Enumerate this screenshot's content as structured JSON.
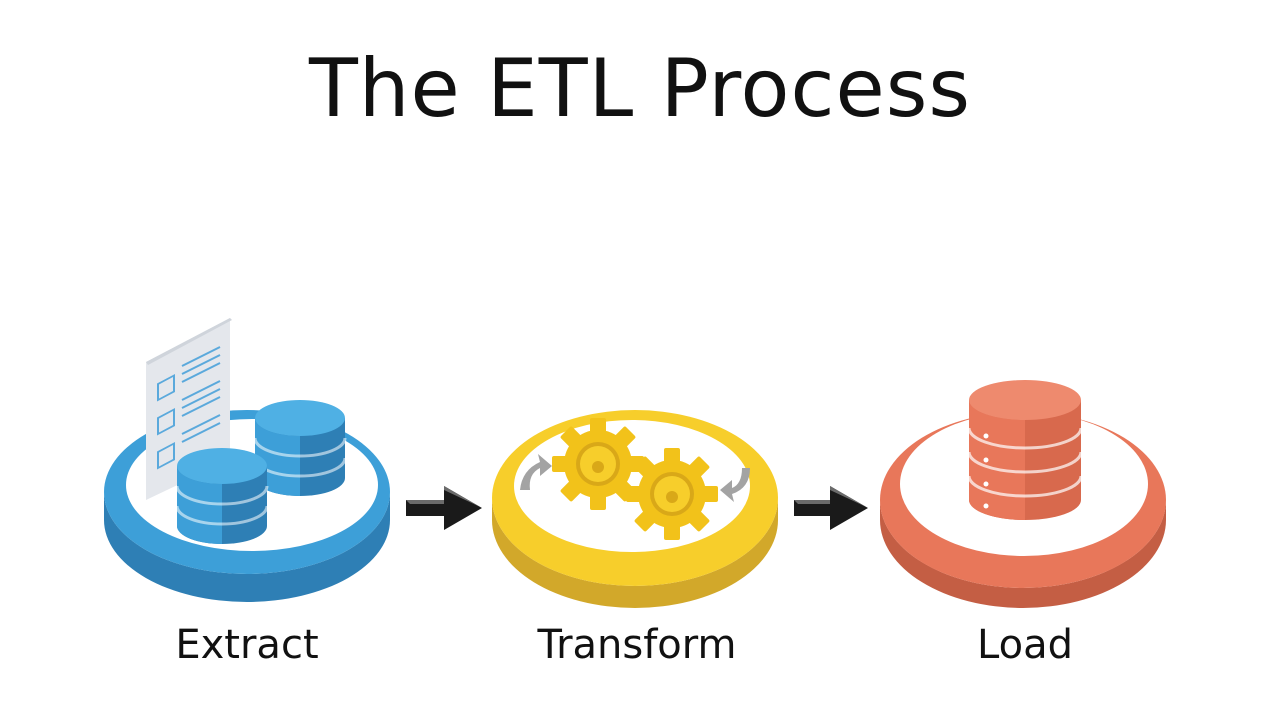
{
  "title": "The ETL Process",
  "stages": [
    {
      "label": "Extract",
      "icon": "database-with-document-icon"
    },
    {
      "label": "Transform",
      "icon": "gears-icon"
    },
    {
      "label": "Load",
      "icon": "database-icon"
    }
  ],
  "connectors": [
    "arrow-right-icon",
    "arrow-right-icon"
  ],
  "colors": {
    "extract": "#3d9fd8",
    "extract_dark": "#2e7fb5",
    "transform": "#f7ce2b",
    "transform_dark": "#d2a82a",
    "load": "#e8775a",
    "load_dark": "#c45e44",
    "arrow": "#1a1a1a",
    "gear_arrow": "#a3a3a3"
  }
}
